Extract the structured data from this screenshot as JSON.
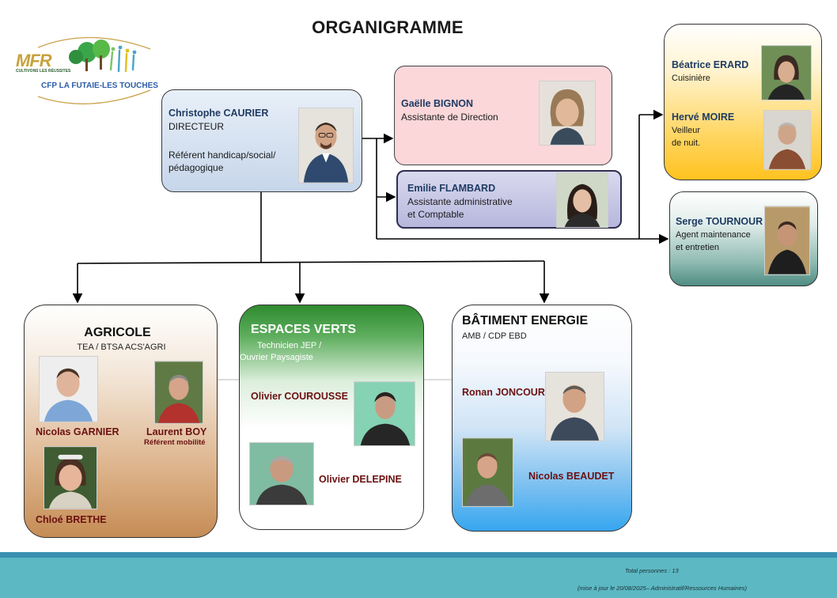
{
  "title": "ORGANIGRAMME",
  "logo": {
    "brand": "MFR",
    "tagline": "CULTIVONS LES RÉUSSITES",
    "name": "CFP LA FUTAIE-LES TOUCHES"
  },
  "director": {
    "name": "Christophe CAURIER",
    "role": "DIRECTEUR",
    "note_line1": "Référent handicap/social/",
    "note_line2": "pédagogique"
  },
  "assistant": {
    "name": "Gaëlle BIGNON",
    "role": "Assistante de Direction"
  },
  "accountant": {
    "name": "Emilie FLAMBARD",
    "role_line1": "Assistante administrative",
    "role_line2": "et Comptable"
  },
  "kitchen": {
    "cook_name": "Béatrice ERARD",
    "cook_role": "Cuisinière",
    "night_name": "Hervé MOIRE",
    "night_role_line1": "Veilleur",
    "night_role_line2": "de nuit."
  },
  "maintenance": {
    "name": "Serge TOURNOUR",
    "role_line1": "Agent maintenance",
    "role_line2": "et entretien"
  },
  "agri": {
    "title": "AGRICOLE",
    "subtitle": "TEA / BTSA ACS'AGRI",
    "person1": "Nicolas GARNIER",
    "person2": "Laurent BOY",
    "person2_note": "Référent mobilité",
    "person3": "Chloé BRETHE"
  },
  "green": {
    "title": "ESPACES VERTS",
    "subtitle_line1": "Technicien JEP /",
    "subtitle_line2": "Ouvrier Paysagiste",
    "person1": "Olivier COUROUSSE",
    "person2": "Olivier DELEPINE"
  },
  "build": {
    "title": "BÂTIMENT ENERGIE",
    "subtitle": "AMB / CDP EBD",
    "person1": "Ronan JONCOUR",
    "person2": "Nicolas BEAUDET"
  },
  "footer": {
    "total": "Total personnes : 13",
    "update": "(mise à jour le 20/08/2025– Administratif/Ressources Humaines)"
  },
  "colors": {
    "name_blue": "#1f3b63",
    "name_dark_red": "#6b1111",
    "footer_teal": "#5cb8c3"
  }
}
